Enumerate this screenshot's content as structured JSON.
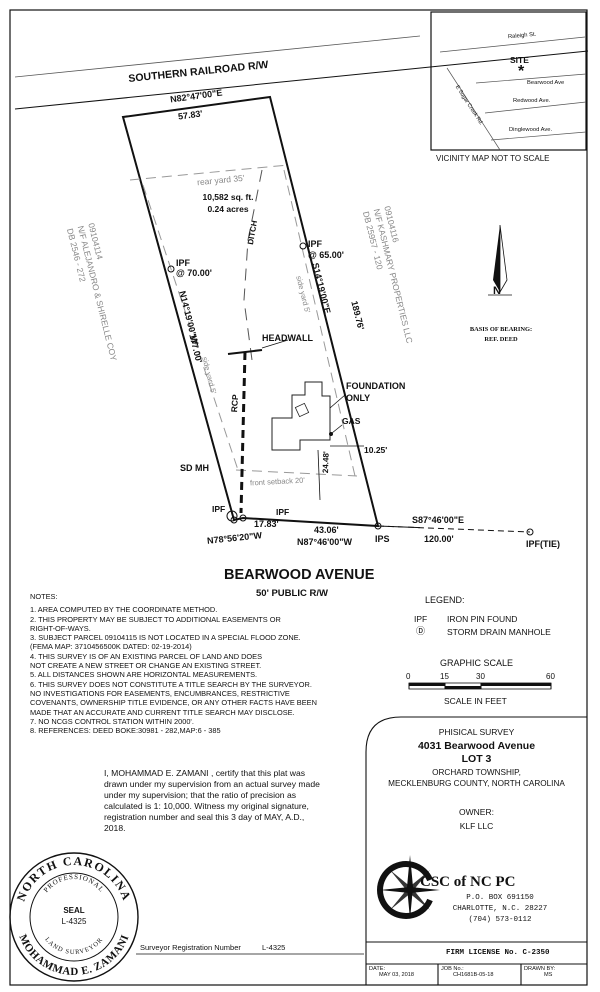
{
  "railroad": "SOUTHERN RAILROAD R/W",
  "lines": {
    "top_bearing": "N82°47'00\"E",
    "top_distance": "57.83'",
    "left_bearing": "N14°19'00\"W",
    "left_distance": "177.00'",
    "right_bearing": "S14°19'00\"E",
    "right_distance": "189.76'",
    "front_left_distance": "17.83'",
    "front_left_bearing": "N78°56'20\"W",
    "front_right_distance": "43.06'",
    "front_right_bearing": "N87°46'00\"W",
    "tie_bearing": "S87°46'00\"E",
    "tie_distance": "120.00'"
  },
  "lot": {
    "rear_yard": "rear yard 35'",
    "area_sqft": "10,582 sq. ft.",
    "area_acres": "0.24 acres",
    "side_yard_left": "side yard 5'",
    "side_yard_right": "side yard 5'",
    "front_setback": "front setback 20'",
    "ditch": "DITCH",
    "headwall": "HEADWALL",
    "rcp": "RCP",
    "foundation": "FOUNDATION",
    "foundation_only": "ONLY",
    "gas": "GAS",
    "offset_side": "10.25'",
    "offset_front": "24.48'"
  },
  "markers": {
    "ipf_left": "IPF",
    "ipf_left_dist": "@ 70.00'",
    "ipf_right": "IPF",
    "ipf_right_dist": "@ 65.00'",
    "sd_mh": "SD MH",
    "ipf_bottom_left": "IPF",
    "ipf_bottom_mid": "IPF",
    "ips": "IPS",
    "ipf_tie": "IPF(TIE)"
  },
  "adjoiners": {
    "left": [
      "09104114",
      "N/F ALEJANDRO & SHIRELLE COY",
      "DB 2546 - 272"
    ],
    "right": [
      "09104116",
      "N/F KASHMARY PROPERTIES LLC",
      "DB 25957 - 120"
    ]
  },
  "street": {
    "name": "BEARWOOD AVENUE",
    "row": "50' PUBLIC R/W"
  },
  "vicinity": {
    "streets": [
      "Raleigh St.",
      "Bearwood Ave",
      "Redwood Ave.",
      "Dinglewood Ave.",
      "E Sugar Creek Rd."
    ],
    "site": "SITE",
    "caption": "VICINITY MAP   NOT TO SCALE"
  },
  "basis": [
    "BASIS OF BEARING:",
    "REF. DEED"
  ],
  "notes_title": "NOTES:",
  "notes": [
    "1.  AREA COMPUTED BY THE COORDINATE METHOD.",
    "2.  THIS PROPERTY MAY BE SUBJECT TO ADDITIONAL EASEMENTS OR",
    "     RIGHT-OF-WAYS.",
    "3.  SUBJECT PARCEL 09104115 IS NOT LOCATED IN A SPECIAL FLOOD ZONE.",
    "     (FEMA MAP: 3710456500K DATED: 02-19-2014)",
    "4.  THIS SURVEY IS OF AN EXISTING PARCEL OF LAND AND DOES",
    "     NOT CREATE A NEW STREET OR CHANGE AN EXISTING STREET.",
    "5.  ALL DISTANCES SHOWN ARE HORIZONTAL MEASUREMENTS.",
    "6.  THIS SURVEY DOES NOT CONSTITUTE A TITLE SEARCH BY THE SURVEYOR.",
    "     NO INVESTIGATIONS FOR EASEMENTS, ENCUMBRANCES, RESTRICTIVE",
    "     COVENANTS, OWNERSHIP TITLE EVIDENCE, OR ANY OTHER FACTS HAVE BEEN",
    "     MADE THAT AN ACCURATE AND CURRENT TITLE SEARCH MAY DISCLOSE.",
    "7.  NO NCGS CONTROL STATION WITHIN 2000'.",
    "8.  REFERENCES:   DEED BOKE:30981 - 282,MAP:6 - 385"
  ],
  "legend": {
    "title": "LEGEND:",
    "items": [
      {
        "symbol": "IPF",
        "label": "IRON PIN FOUND"
      },
      {
        "symbol": "Ⓓ",
        "label": "STORM DRAIN MANHOLE"
      }
    ]
  },
  "scale": {
    "title": "GRAPHIC SCALE",
    "ticks": [
      "0",
      "15",
      "30",
      "60"
    ],
    "unit": "SCALE IN FEET"
  },
  "title_block": {
    "survey_type": "PHISICAL SURVEY",
    "address": "4031 Bearwood Avenue",
    "lot": "LOT 3",
    "township": "ORCHARD TOWNSHIP,",
    "county": "MECKLENBURG COUNTY, NORTH CAROLINA",
    "owner_label": "OWNER:",
    "owner": "KLF LLC",
    "company": "CSC of NC PC",
    "po_box": "P.O. BOX 691150",
    "city": "CHARLOTTE, N.C. 28227",
    "phone": "(704) 573-0112",
    "firm_license": "FIRM LICENSE No. C-2350",
    "date_label": "DATE:",
    "date": "MAY 03, 2018",
    "job_label": "JOB No.:",
    "job": "CH1681B-05-18",
    "drawn_label": "DRAWN BY:",
    "drawn": "MS"
  },
  "certification": {
    "lines": [
      "I,    MOHAMMAD E. ZAMANI    , certify that this plat was",
      "drawn under my supervision from an actual survey made",
      "under my supervision; that the ratio of precision as",
      "calculated is 1: 10,000. Witness my original signature,",
      "registration number and seal this  3 day of  MAY, A.D.,",
      "2018."
    ]
  },
  "seal": {
    "top": "NORTH CAROLINA",
    "inner": "PROFESSIONAL",
    "seal": "SEAL",
    "number": "L-4325",
    "bottom": "LAND SURVEYOR",
    "name": "MOHAMMAD E. ZAMANI"
  },
  "signature": {
    "label": "Surveyor   Registration Number",
    "number": "L-4325"
  }
}
